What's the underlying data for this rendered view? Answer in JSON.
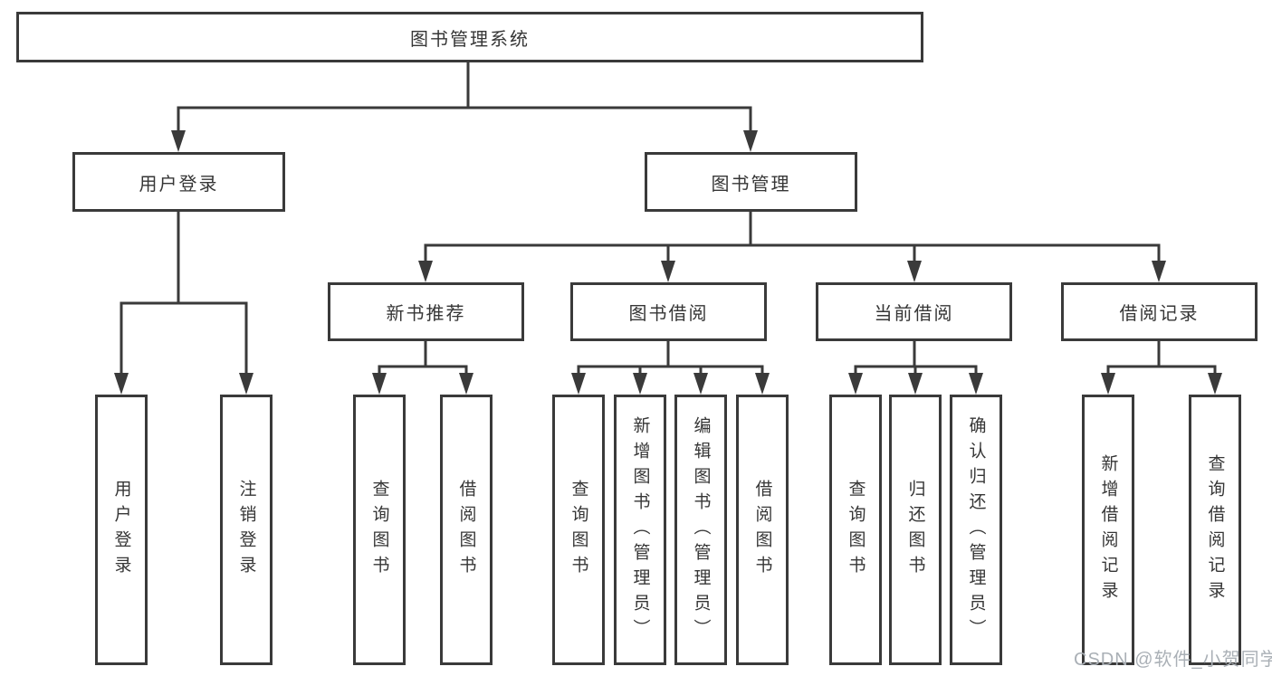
{
  "colors": {
    "line": "#3a3a3a",
    "box_border": "#3a3a3a",
    "text": "#363636",
    "background": "#ffffff",
    "watermark": "#aab0b6"
  },
  "tree": {
    "root": {
      "label": "图书管理系统"
    },
    "children": [
      {
        "label": "用户登录",
        "children": [
          {
            "label": "用户登录"
          },
          {
            "label": "注销登录"
          }
        ]
      },
      {
        "label": "图书管理",
        "children": [
          {
            "label": "新书推荐",
            "children": [
              {
                "label": "查询图书"
              },
              {
                "label": "借阅图书"
              }
            ]
          },
          {
            "label": "图书借阅",
            "children": [
              {
                "label": "查询图书"
              },
              {
                "label": "新增图书（管理员）"
              },
              {
                "label": "编辑图书（管理员）"
              },
              {
                "label": "借阅图书"
              }
            ]
          },
          {
            "label": "当前借阅",
            "children": [
              {
                "label": "查询图书"
              },
              {
                "label": "归还图书"
              },
              {
                "label": "确认归还（管理员）"
              }
            ]
          },
          {
            "label": "借阅记录",
            "children": [
              {
                "label": "新增借阅记录"
              },
              {
                "label": "查询借阅记录"
              }
            ]
          }
        ]
      }
    ]
  },
  "watermark": {
    "text": "CSDN @软件_小贺同学"
  }
}
